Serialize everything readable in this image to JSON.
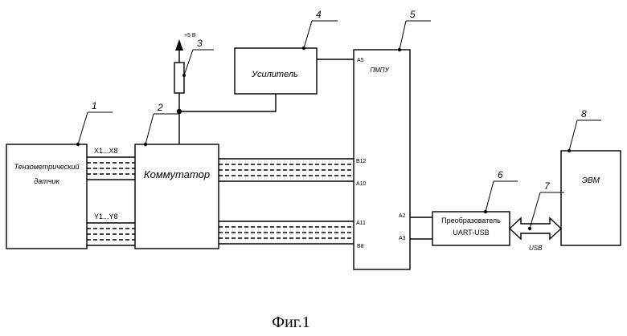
{
  "blocks": {
    "sensor": {
      "line1": "Тензометрический",
      "line2": "датчик",
      "number": "1"
    },
    "commutator": {
      "label": "Коммутатор",
      "number": "2"
    },
    "resistor": {
      "number": "3",
      "supply": "+5 В"
    },
    "amplifier": {
      "label": "Усилитель",
      "number": "4"
    },
    "pmpu": {
      "label": "ПМПУ",
      "number": "5",
      "pins": {
        "a5": "A5",
        "b12": "B12",
        "a10": "A10",
        "a11": "A11",
        "b8": "B8",
        "a2": "A2",
        "a3": "A3"
      }
    },
    "converter": {
      "line1": "Преобразователь",
      "line2": "UART-USB",
      "number": "6"
    },
    "usb": {
      "label": "USB",
      "number": "7"
    },
    "evm": {
      "label": "ЭВМ",
      "number": "8"
    }
  },
  "buses": {
    "x": "X1...X8",
    "y": "Y1...Y8"
  },
  "caption": "Фиг.1"
}
